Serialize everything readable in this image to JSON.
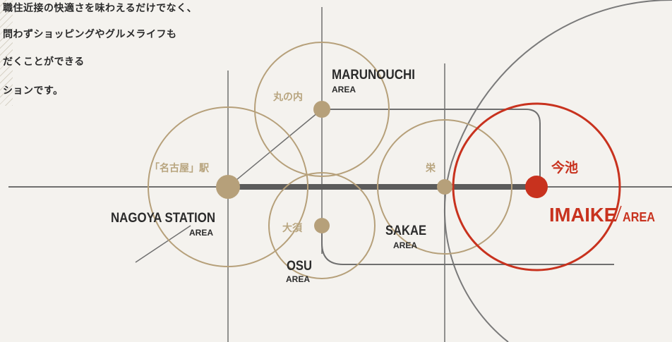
{
  "intro": {
    "lines": [
      "職住近接の快適さを味わえるだけでなく、",
      "問わずショッピングやグルメライフも",
      "だくことができる",
      "ションです。"
    ]
  },
  "areas": {
    "marunouchi": {
      "jp": "丸の内",
      "en": "MARUNOUCHI",
      "sub": "AREA"
    },
    "nagoya": {
      "jp": "「名古屋」駅",
      "en": "NAGOYA STATION",
      "sub": "AREA"
    },
    "osu": {
      "jp": "大須",
      "en": "OSU",
      "sub": "AREA"
    },
    "sakae": {
      "jp": "栄",
      "en": "SAKAE",
      "sub": "AREA"
    },
    "imaike": {
      "jp": "今池",
      "en": "IMAIKE",
      "sub": "AREA"
    }
  },
  "colors": {
    "background": "#f4f2ee",
    "gold": "#b6a07a",
    "gold_text": "#b8a57f",
    "accent_red": "#c8321e",
    "line_dark": "#5b5b5b",
    "line_thin": "#6f6f6f",
    "text": "#2b2b2b"
  }
}
